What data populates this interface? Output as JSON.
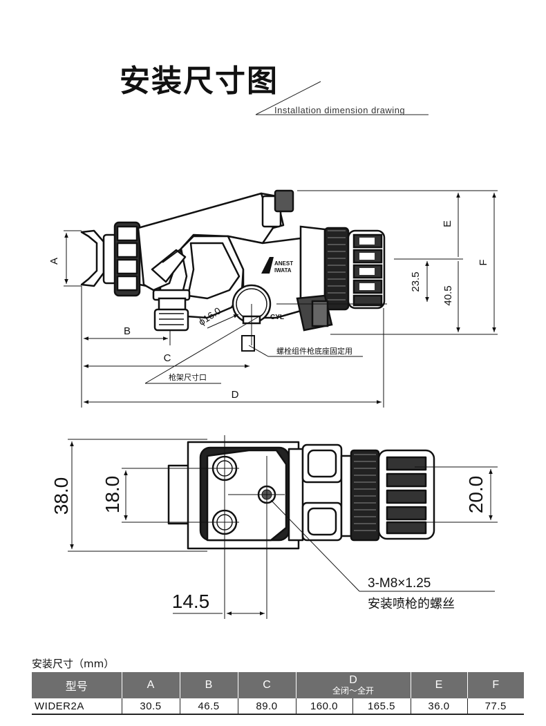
{
  "header": {
    "title": "安装尺寸图",
    "subtitle": "Installation dimension drawing"
  },
  "side_view": {
    "labels": {
      "A": "A",
      "B": "B",
      "C": "C",
      "D": "D",
      "E": "E",
      "F": "F",
      "dim_23_5": "23.5",
      "dim_40_5": "40.5",
      "phi": "ϕ16.0",
      "cyl": "CYL",
      "brand_line1": "ANEST",
      "brand_line2": "IWATA",
      "bolt_note": "螺栓组件枪底座固定用",
      "mount_note": "枪架尺寸口"
    }
  },
  "top_view": {
    "labels": {
      "dim_38": "38.0",
      "dim_18": "18.0",
      "dim_20": "20.0",
      "dim_14_5": "14.5",
      "thread_spec": "3-M8×1.25",
      "thread_note": "安装喷枪的螺丝"
    }
  },
  "table": {
    "caption": "安装尺寸（mm）",
    "headers": {
      "model": "型号",
      "A": "A",
      "B": "B",
      "C": "C",
      "D": "D",
      "D_sub": "全闭～全开",
      "E": "E",
      "F": "F"
    },
    "rows": [
      {
        "model": "WIDER2A",
        "A": "30.5",
        "B": "46.5",
        "C": "89.0",
        "D_closed": "160.0",
        "D_open": "165.5",
        "E": "36.0",
        "F": "77.5"
      }
    ]
  }
}
